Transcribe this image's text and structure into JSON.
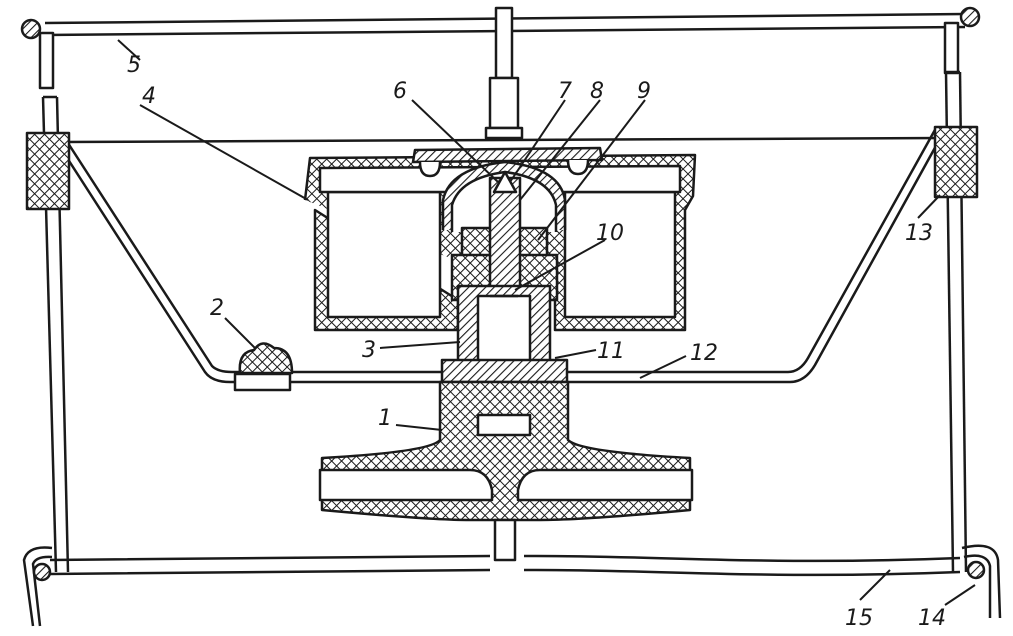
{
  "diagram": {
    "labels": [
      "1",
      "2",
      "3",
      "4",
      "5",
      "6",
      "7",
      "8",
      "9",
      "10",
      "11",
      "12",
      "13",
      "14",
      "15"
    ]
  },
  "colors": {
    "ink": "#1a1a1a",
    "paper": "#ffffff"
  }
}
